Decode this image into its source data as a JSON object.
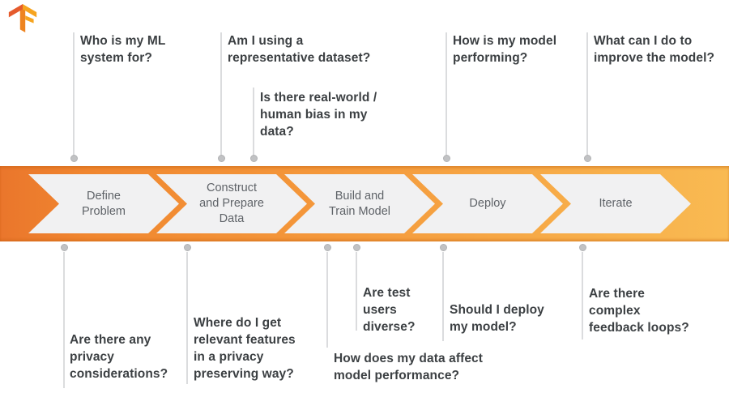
{
  "logo": {
    "name": "TensorFlow"
  },
  "colors": {
    "band_left": "#EA762C",
    "band_right": "#F9BA52",
    "chevron_fill": "#F1F1F2",
    "stage_text": "#5F6368",
    "question_text": "#3C4043",
    "connector_line": "#DBDCDE",
    "connector_dot": "#C1C2C4",
    "logo_dark": "#E55B2D",
    "logo_mid": "#EE8420",
    "logo_light": "#F6A41F"
  },
  "stages": [
    {
      "label": "Define\nProblem"
    },
    {
      "label": "Construct\nand Prepare\nData"
    },
    {
      "label": "Build and\nTrain Model"
    },
    {
      "label": "Deploy"
    },
    {
      "label": "Iterate"
    }
  ],
  "top_questions": [
    {
      "text": "Who is my ML\nsystem for?"
    },
    {
      "text": "Am I using a\nrepresentative dataset?"
    },
    {
      "text": "Is there real-world /\nhuman bias in my\ndata?"
    },
    {
      "text": "How is my model\nperforming?"
    },
    {
      "text": "What can I do to\nimprove the model?"
    }
  ],
  "bottom_questions": [
    {
      "text": "Are there any\nprivacy\nconsiderations?"
    },
    {
      "text": "Where do I get\nrelevant features\nin a privacy\npreserving way?"
    },
    {
      "text": "How does my data affect\nmodel performance?"
    },
    {
      "text": "Are test\nusers\ndiverse?"
    },
    {
      "text": "Should I deploy\nmy model?"
    },
    {
      "text": "Are there\ncomplex\nfeedback loops?"
    }
  ]
}
